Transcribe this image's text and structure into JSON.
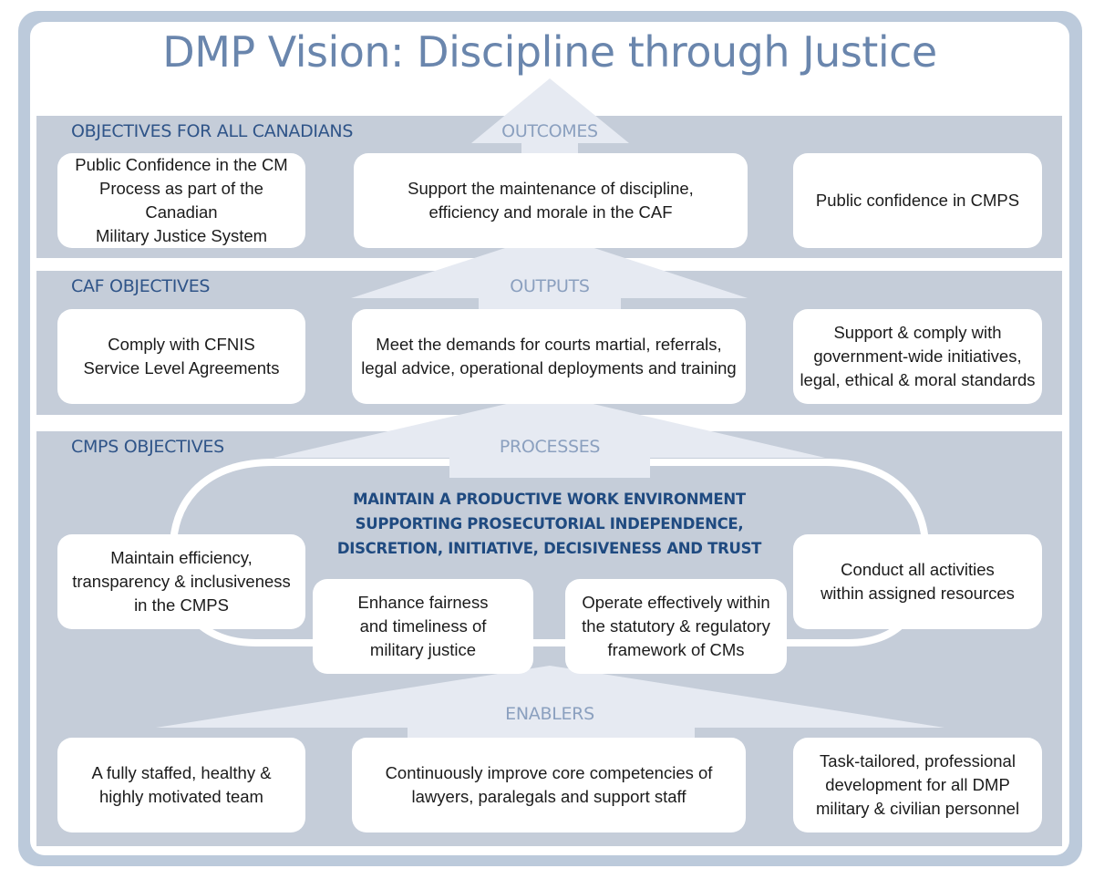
{
  "title": "DMP Vision: Discipline through Justice",
  "colors": {
    "frame": "#bccadb",
    "band": "#c5cdd9",
    "arrow": "#e6eaf2",
    "title": "#6a86ad",
    "band_label": "#2f5488",
    "arrow_label": "#8ba0bf",
    "center_message": "#1f4a80"
  },
  "bands": [
    {
      "label": "OBJECTIVES FOR ALL CANADIANS",
      "arrow_label": "OUTCOMES",
      "boxes": [
        "Public Confidence in the CM\nProcess as part of the Canadian\nMilitary Justice System",
        "Support the maintenance of discipline,\nefficiency and morale in the CAF",
        "Public confidence in CMPS"
      ]
    },
    {
      "label": "CAF OBJECTIVES",
      "arrow_label": "OUTPUTS",
      "boxes": [
        "Comply with CFNIS\nService Level Agreements",
        "Meet the demands for courts martial, referrals,\nlegal advice, operational deployments and training",
        "Support & comply with\ngovernment-wide initiatives,\nlegal, ethical & moral standards"
      ]
    },
    {
      "label": "CMPS OBJECTIVES",
      "arrow_label": "PROCESSES",
      "center_message": "MAINTAIN A PRODUCTIVE WORK ENVIRONMENT\nSUPPORTING PROSECUTORIAL INDEPENDENCE,\nDISCRETION, INITIATIVE, DECISIVENESS AND TRUST",
      "process_boxes": [
        "Maintain efficiency,\ntransparency & inclusiveness\nin the CMPS",
        "Enhance fairness\nand timeliness of\nmilitary justice",
        "Operate effectively within\nthe statutory & regulatory\nframework of CMs",
        "Conduct all activities\nwithin assigned resources"
      ],
      "enablers_label": "ENABLERS",
      "enabler_boxes": [
        "A fully staffed, healthy &\nhighly motivated team",
        "Continuously improve core competencies of\nlawyers, paralegals and support staff",
        "Task-tailored, professional\ndevelopment for all DMP\nmilitary & civilian personnel"
      ]
    }
  ]
}
